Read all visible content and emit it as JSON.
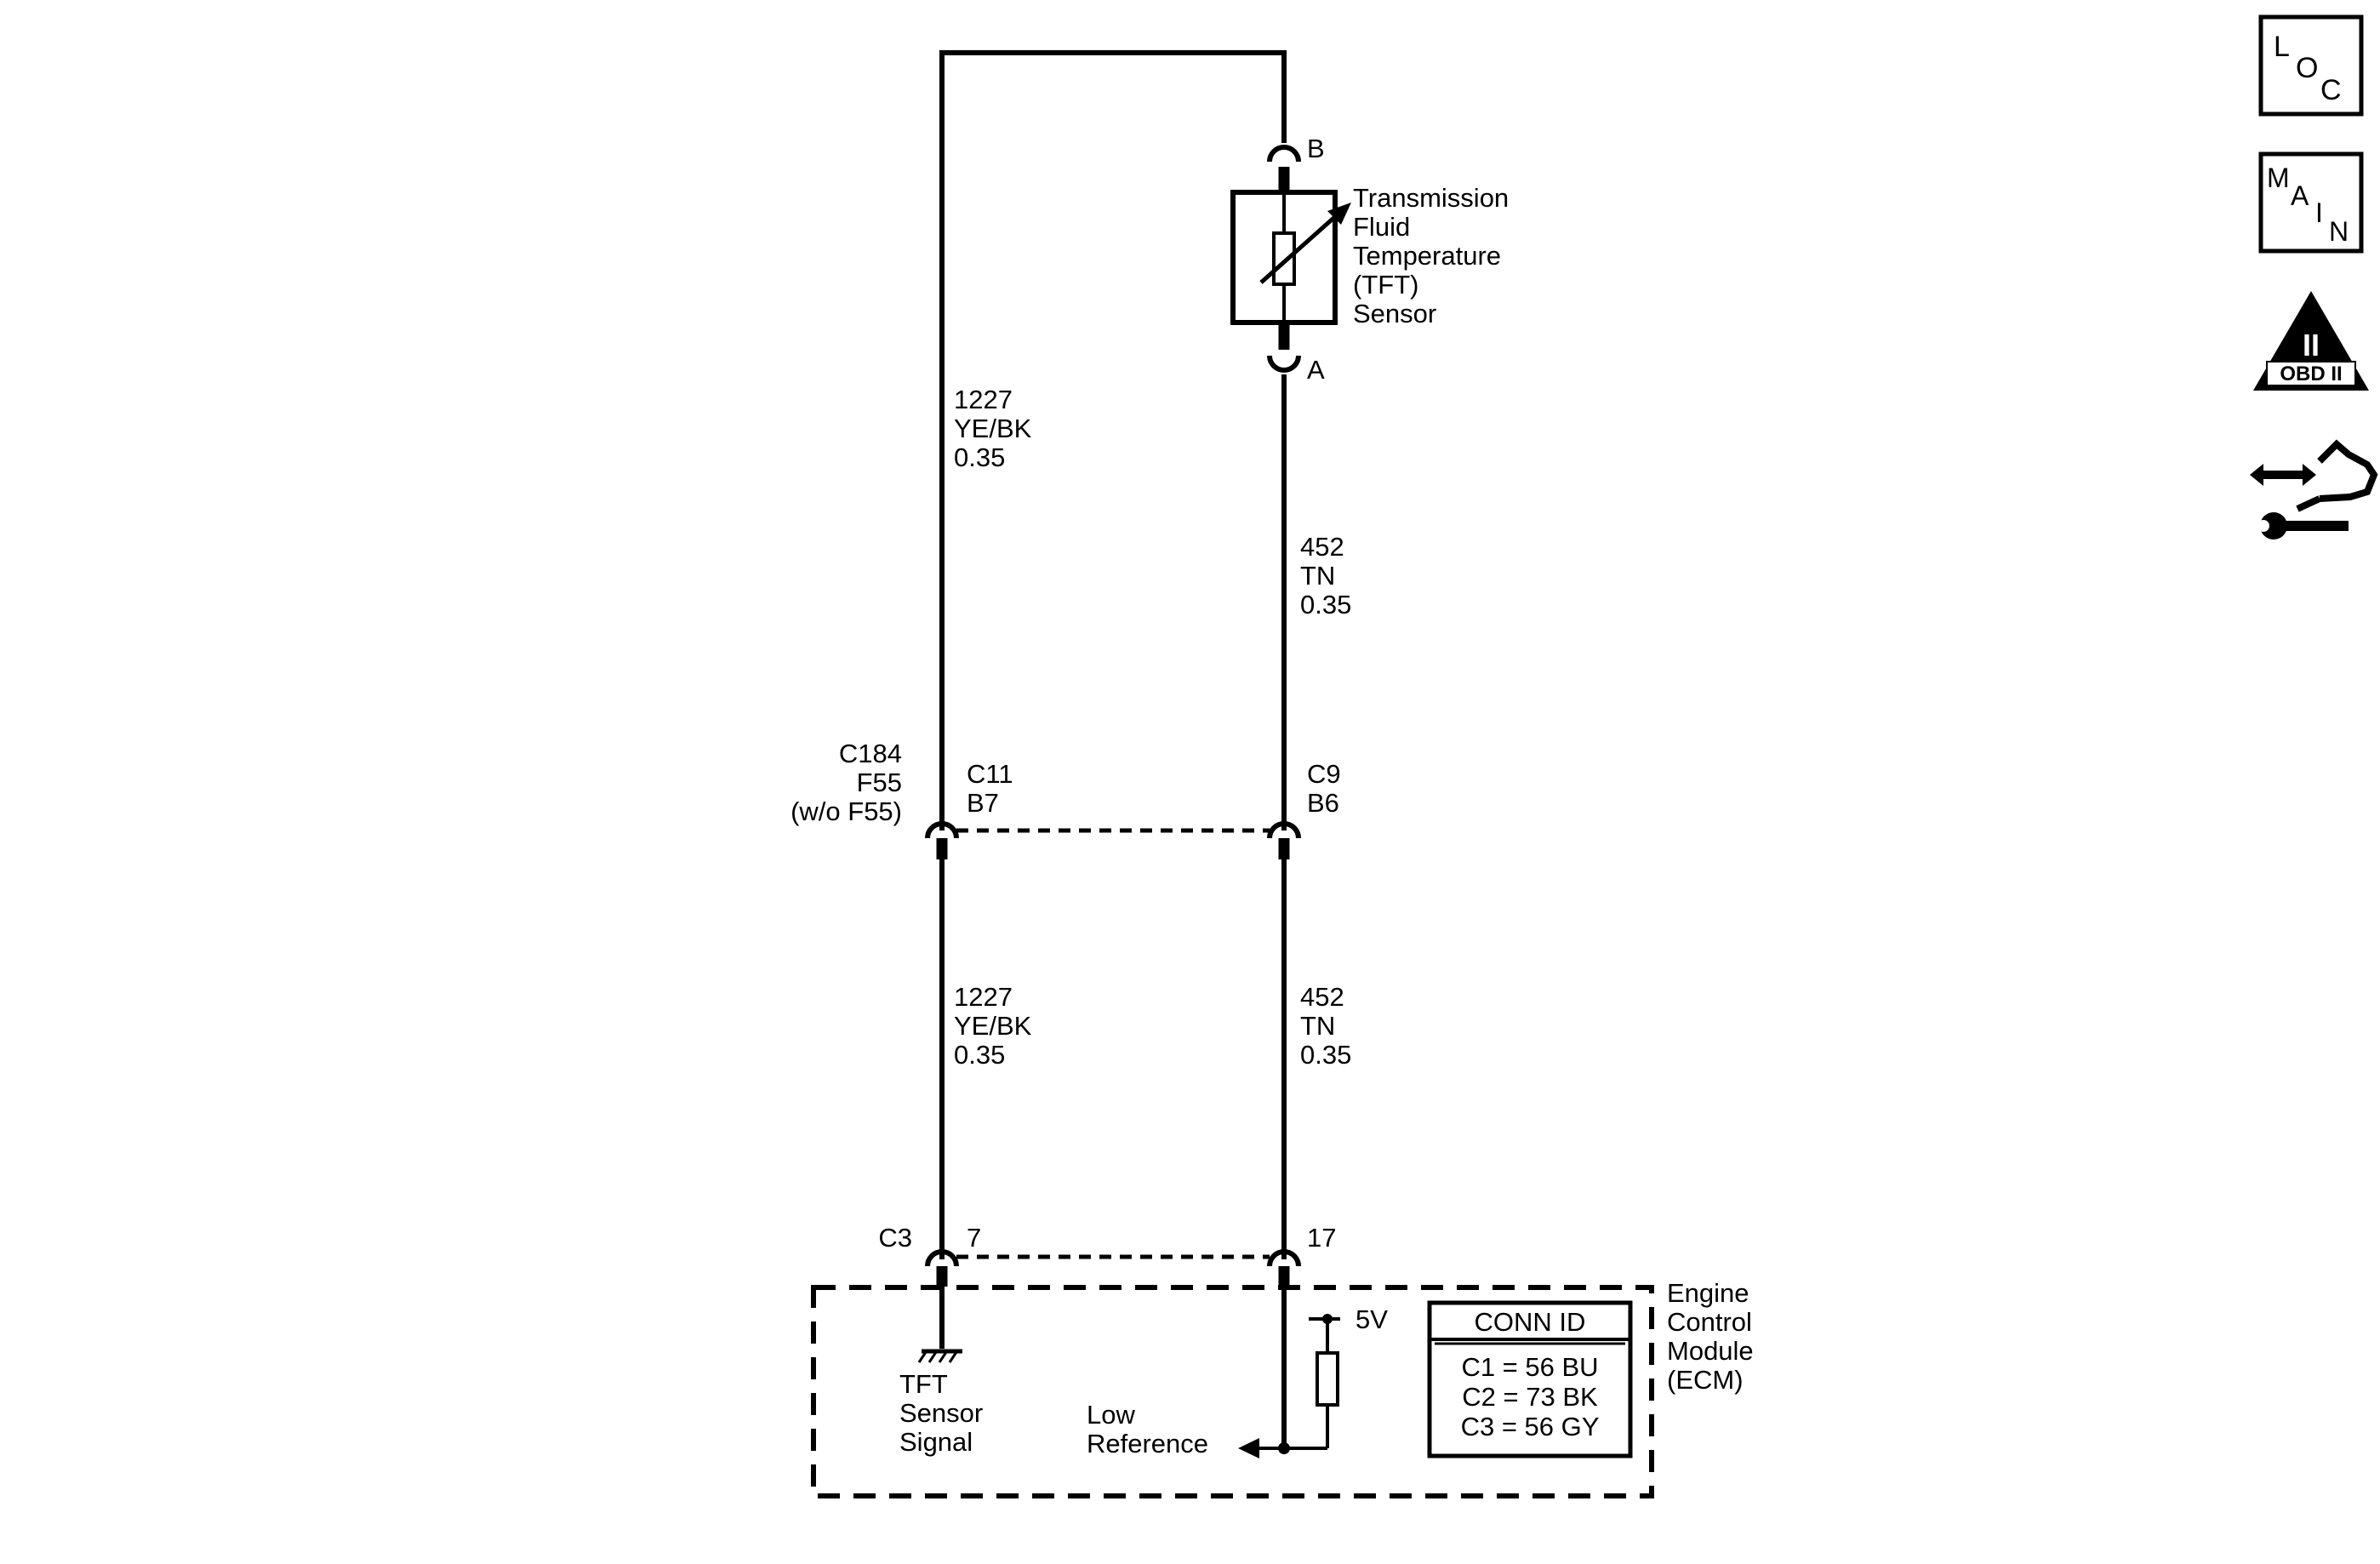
{
  "sensor": {
    "name_lines": [
      "Transmission",
      "Fluid",
      "Temperature",
      "(TFT)",
      "Sensor"
    ],
    "pin_top": "B",
    "pin_bottom": "A"
  },
  "wires": {
    "left_upper": [
      "1227",
      "YE/BK",
      "0.35"
    ],
    "right_upper": [
      "452",
      "TN",
      "0.35"
    ],
    "left_lower": [
      "1227",
      "YE/BK",
      "0.35"
    ],
    "right_lower": [
      "452",
      "TN",
      "0.35"
    ]
  },
  "connector_c184": {
    "name_lines": [
      "C184",
      "F55",
      "(w/o F55)"
    ],
    "left_pins": [
      "C11",
      "B7"
    ],
    "right_pins": [
      "C9",
      "B6"
    ]
  },
  "connector_c3": {
    "name": "C3",
    "left_pin": "7",
    "right_pin": "17"
  },
  "ecm": {
    "name_lines": [
      "Engine",
      "Control",
      "Module",
      "(ECM)"
    ],
    "voltage": "5V",
    "tft_signal_lines": [
      "TFT",
      "Sensor",
      "Signal"
    ],
    "low_reference_lines": [
      "Low",
      "Reference"
    ],
    "conn_id": {
      "title": "CONN ID",
      "rows": [
        "C1 = 56 BU",
        "C2 = 73 BK",
        "C3 = 56 GY"
      ]
    }
  },
  "side_icons": {
    "loc": {
      "letters": [
        "L",
        "O",
        "C"
      ],
      "icon": "location-icon"
    },
    "main": {
      "letters": [
        "M",
        "A",
        "I",
        "N"
      ],
      "icon": "main-index-icon"
    },
    "obd": {
      "numeral": "II",
      "label": "OBD II",
      "icon": "obd-ii-icon"
    },
    "tool": {
      "icon": "connector-end-view-tool-icon"
    }
  }
}
